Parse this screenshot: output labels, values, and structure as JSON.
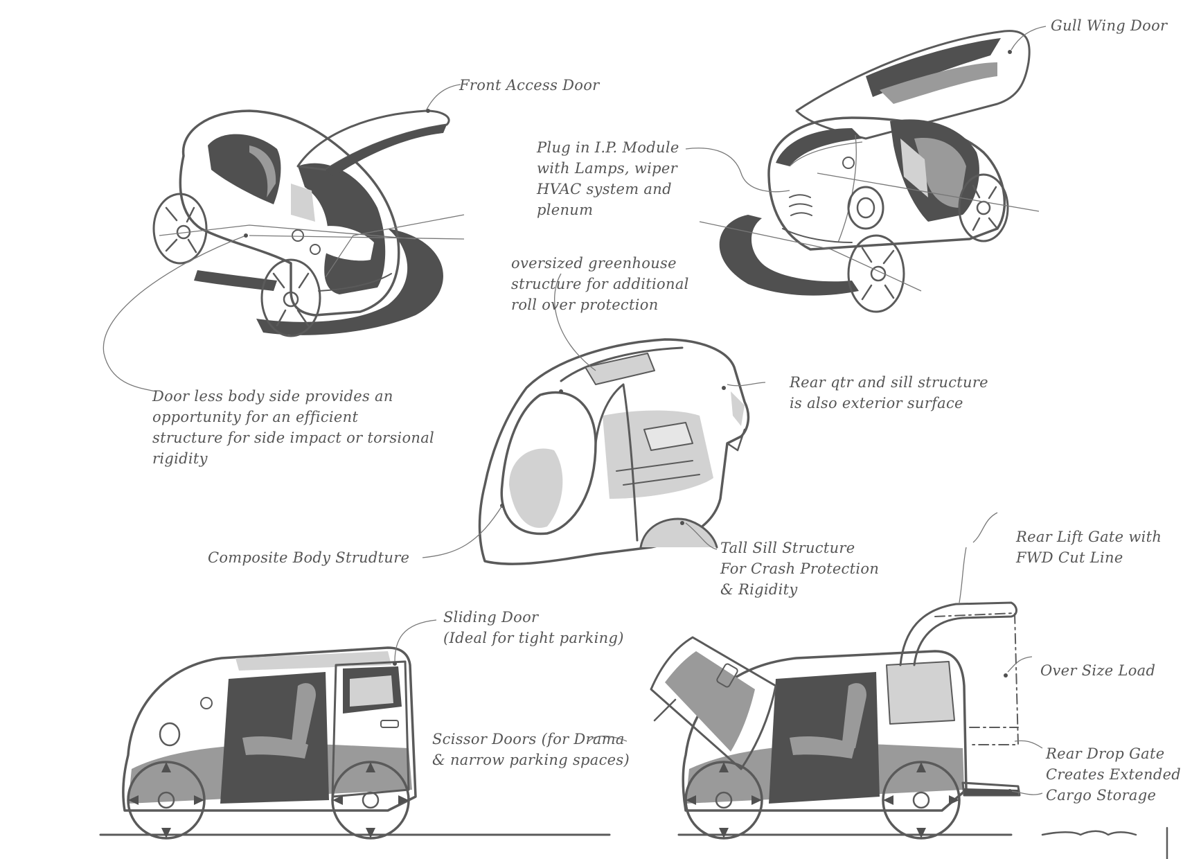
{
  "colors": {
    "ink": "#5a5a5a",
    "shadow": "#505050",
    "fill_mid": "#9a9a9a",
    "fill_light": "#d2d2d2",
    "label_text": "#555555",
    "background": "#ffffff"
  },
  "labels": {
    "front_access_door": [
      "Front Access Door"
    ],
    "gull_wing_door": [
      "Gull Wing Door"
    ],
    "plug_in_module": [
      "Plug in I.P. Module",
      "with Lamps, wiper",
      "HVAC system and",
      "plenum"
    ],
    "oversized_greenhouse": [
      "oversized greenhouse",
      "structure for additional",
      "roll over protection"
    ],
    "door_less_body": [
      "Door less body side provides an",
      "opportunity for an efficient",
      "structure for side impact or torsional",
      "rigidity"
    ],
    "rear_qtr_sill": [
      "Rear qtr and sill structure",
      "is also exterior surface"
    ],
    "composite_body": [
      "Composite Body Strudture"
    ],
    "tall_sill": [
      "Tall Sill Structure",
      "For Crash Protection",
      "& Rigidity"
    ],
    "rear_lift_gate": [
      "Rear Lift Gate with",
      "FWD Cut Line"
    ],
    "sliding_door": [
      "Sliding Door",
      "(Ideal for tight parking)"
    ],
    "over_size_load": [
      "Over Size Load"
    ],
    "scissor_doors": [
      "Scissor Doors (for Drama",
      "& narrow parking spaces)"
    ],
    "rear_drop_gate": [
      "Rear Drop Gate",
      "Creates Extended",
      "Cargo Storage"
    ]
  }
}
